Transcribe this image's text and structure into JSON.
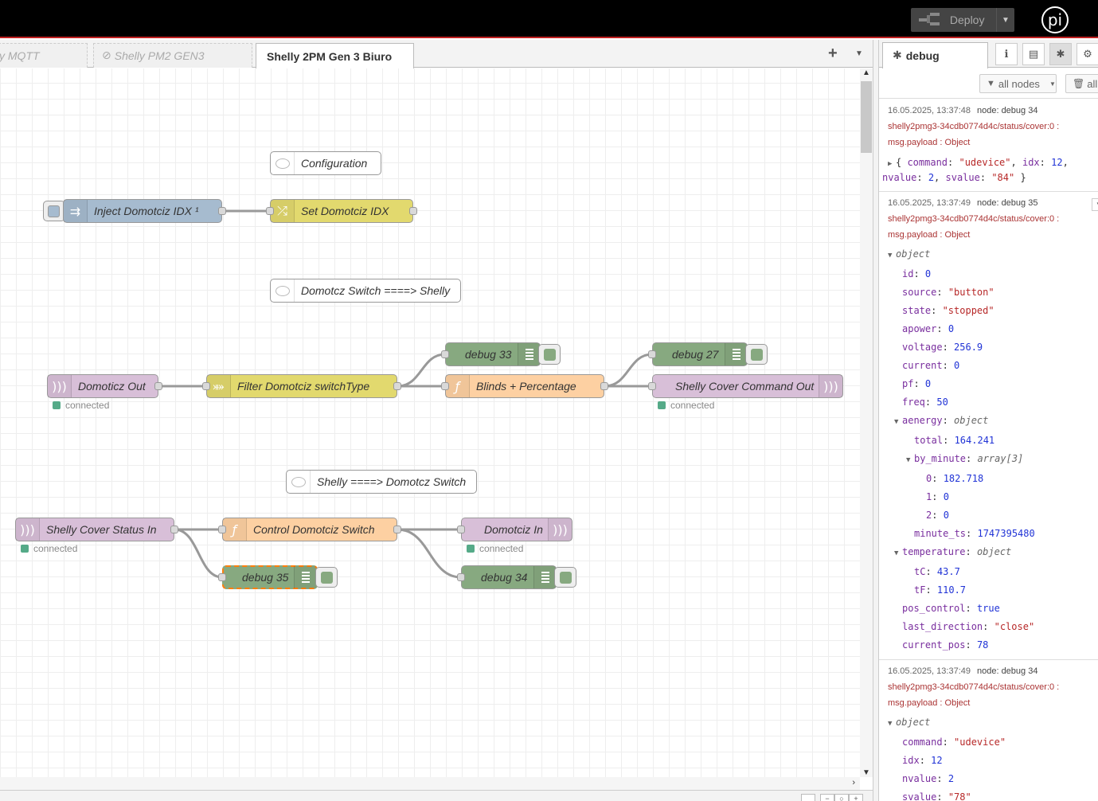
{
  "header": {
    "deploy_label": "Deploy",
    "user_initials": "pi"
  },
  "tabs": [
    {
      "label": "y MQTT",
      "disabled": true
    },
    {
      "label": "Shelly PM2 GEN3",
      "disabled": true
    },
    {
      "label": "Shelly 2PM Gen 3 Biuro",
      "active": true
    }
  ],
  "flow": {
    "comments": {
      "configuration": "Configuration",
      "domoticz_to_shelly": "Domotcz Switch ====> Shelly",
      "shelly_to_domoticz": "Shelly ====> Domotcz Switch"
    },
    "nodes": {
      "inject": "Inject Domotciz IDX ¹",
      "set_idx": "Set Domotciz IDX",
      "domoticz_out": "Domoticz Out",
      "filter": "Filter Domotciz switchType",
      "debug33": "debug 33",
      "blinds": "Blinds + Percentage",
      "debug27": "debug 27",
      "cover_cmd": "Shelly Cover Command Out",
      "cover_status": "Shelly Cover Status In",
      "control": "Control Domotciz Switch",
      "domoticz_in": "Domotciz In",
      "debug35": "debug 35",
      "debug34": "debug 34"
    },
    "status_connected": "connected",
    "colors": {
      "mqtt": "#d8bfd8",
      "inject": "#a6bbcf",
      "change": "#e2d96e",
      "function": "#fdd0a2",
      "debug": "#87a980",
      "selected": "#ff7f0e"
    }
  },
  "sidebar": {
    "tab_label": "debug",
    "filter_label": "all nodes",
    "clear_label": "all",
    "messages": [
      {
        "time": "16.05.2025, 13:37:48",
        "node": "node: debug 34",
        "topic": "shelly2pmg3-34cdb0774d4c/status/cover:0 :",
        "payload_type": "msg.payload : Object",
        "summary_line1_key1": "command",
        "summary_line1_val1": "\"udevice\"",
        "summary_line1_key2": "idx",
        "summary_line1_val2": "12",
        "summary_line2_key1": "nvalue",
        "summary_line2_val1": "2",
        "summary_line2_key2": "svalue",
        "summary_line2_val2": "\"84\""
      },
      {
        "time": "16.05.2025, 13:37:49",
        "node": "node: debug 35",
        "topic": "shelly2pmg3-34cdb0774d4c/status/cover:0 :",
        "payload_type": "msg.payload : Object",
        "root_type": "object",
        "fields": [
          {
            "key": "id",
            "val": "0",
            "kind": "n"
          },
          {
            "key": "source",
            "val": "\"button\"",
            "kind": "s"
          },
          {
            "key": "state",
            "val": "\"stopped\"",
            "kind": "s"
          },
          {
            "key": "apower",
            "val": "0",
            "kind": "n"
          },
          {
            "key": "voltage",
            "val": "256.9",
            "kind": "n"
          },
          {
            "key": "current",
            "val": "0",
            "kind": "n"
          },
          {
            "key": "pf",
            "val": "0",
            "kind": "n"
          },
          {
            "key": "freq",
            "val": "50",
            "kind": "n"
          }
        ],
        "aenergy_key": "aenergy",
        "aenergy_type": "object",
        "aenergy_total_key": "total",
        "aenergy_total": "164.241",
        "by_minute_key": "by_minute",
        "by_minute_type": "array[3]",
        "by_minute": [
          {
            "key": "0",
            "val": "182.718"
          },
          {
            "key": "1",
            "val": "0"
          },
          {
            "key": "2",
            "val": "0"
          }
        ],
        "minute_ts_key": "minute_ts",
        "minute_ts": "1747395480",
        "temperature_key": "temperature",
        "temperature_type": "object",
        "tc_key": "tC",
        "tc": "43.7",
        "tf_key": "tF",
        "tf": "110.7",
        "pos_control_key": "pos_control",
        "pos_control": "true",
        "last_direction_key": "last_direction",
        "last_direction": "\"close\"",
        "current_pos_key": "current_pos",
        "current_pos": "78"
      },
      {
        "time": "16.05.2025, 13:37:49",
        "node": "node: debug 34",
        "topic": "shelly2pmg3-34cdb0774d4c/status/cover:0 :",
        "payload_type": "msg.payload : Object",
        "root_type": "object",
        "fields": [
          {
            "key": "command",
            "val": "\"udevice\"",
            "kind": "s"
          },
          {
            "key": "idx",
            "val": "12",
            "kind": "n"
          },
          {
            "key": "nvalue",
            "val": "2",
            "kind": "n"
          },
          {
            "key": "svalue",
            "val": "\"78\"",
            "kind": "s"
          }
        ]
      }
    ]
  }
}
